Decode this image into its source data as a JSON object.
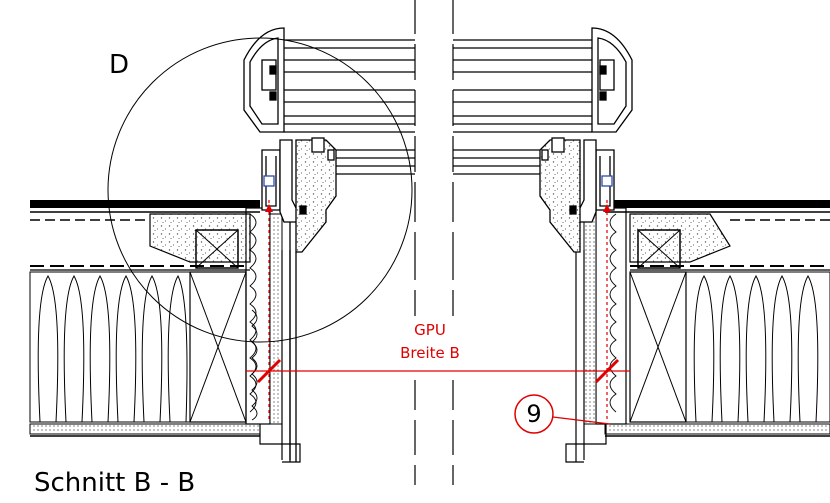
{
  "detail_label": "D",
  "section_title": "Schnitt B - B",
  "dimension": {
    "line1": "GPU",
    "line2": "Breite B"
  },
  "callout": {
    "number": "9"
  },
  "colors": {
    "line": "#000000",
    "dimension": "#e00000",
    "insulation_fill": "#ffffff",
    "concrete_fill": "#d9d9d9"
  }
}
